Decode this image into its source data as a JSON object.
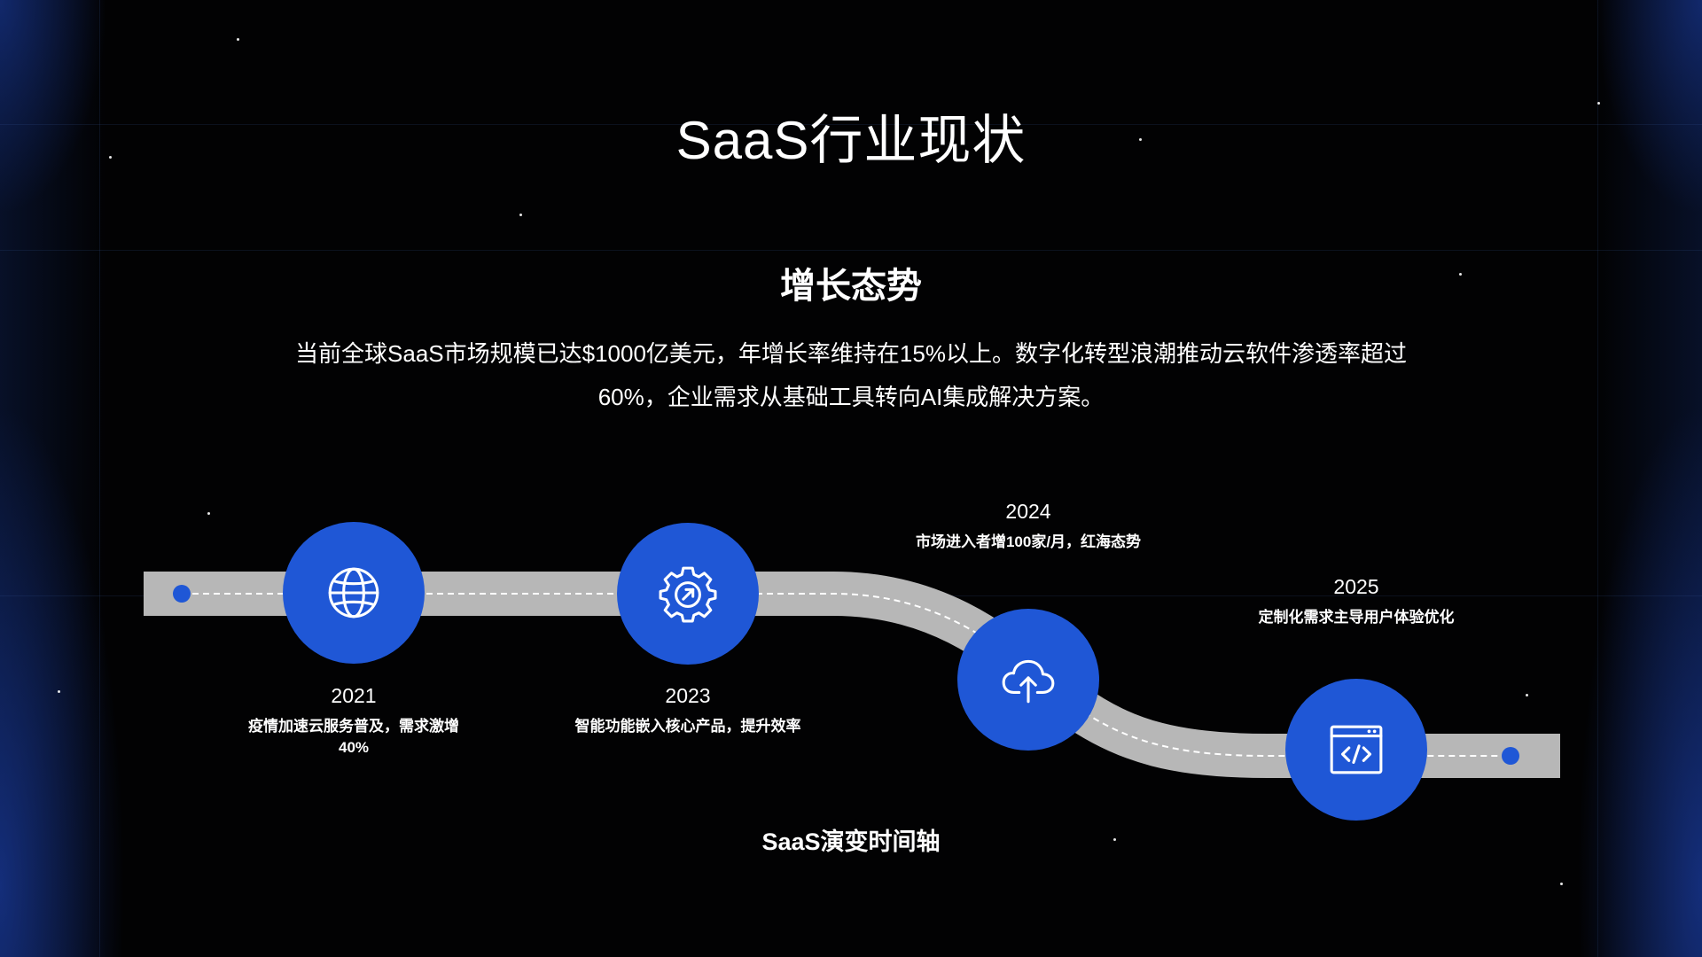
{
  "title": "SaaS行业现状",
  "subtitle": "增长态势",
  "description": "当前全球SaaS市场规模已达$1000亿美元，年增长率维持在15%以上。数字化转型浪潮推动云软件渗透率超过60%，企业需求从基础工具转向AI集成解决方案。",
  "timeline": {
    "caption": "SaaS演变时间轴",
    "accent_color": "#1f57d6",
    "road_color": "#b7b7b7",
    "milestones": [
      {
        "year": "2021",
        "text": "疫情加速云服务普及，需求激增40%",
        "icon": "globe-icon"
      },
      {
        "year": "2023",
        "text": "智能功能嵌入核心产品，提升效率",
        "icon": "gear-icon"
      },
      {
        "year": "2024",
        "text": "市场进入者增100家/月，红海态势",
        "icon": "cloud-upload-icon"
      },
      {
        "year": "2025",
        "text": "定制化需求主导用户体验优化",
        "icon": "code-window-icon"
      }
    ]
  }
}
